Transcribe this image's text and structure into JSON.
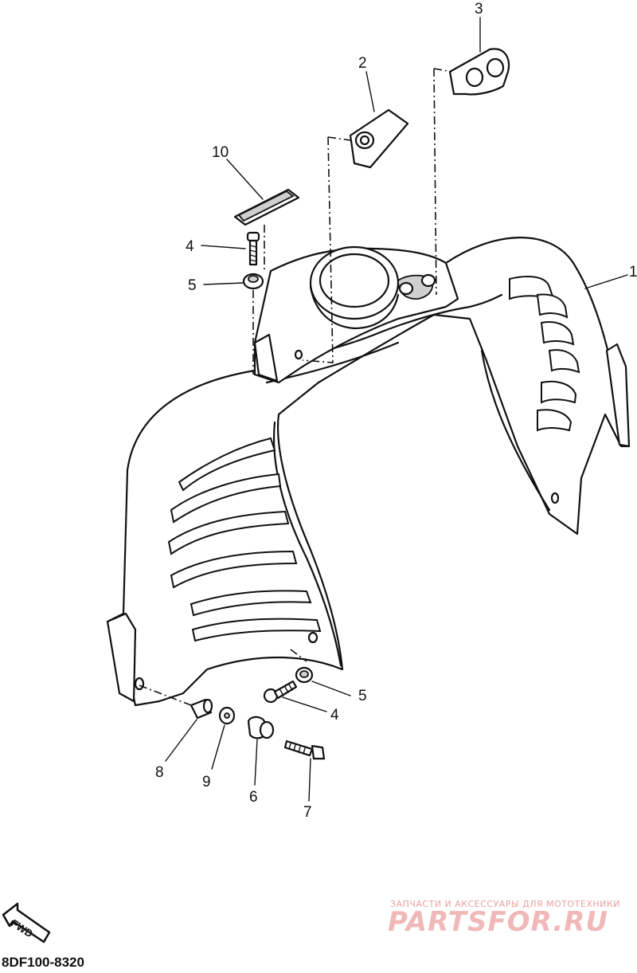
{
  "diagram_code": "8DF100-8320",
  "fwd_label": "FWD",
  "watermark": {
    "tagline": "ЗАПЧАСТИ И АКСЕССУАРЫ ДЛЯ МОТОТЕХНИКИ",
    "brand": "PARTSFOR.RU"
  },
  "callouts": [
    {
      "id": "1",
      "label": "1"
    },
    {
      "id": "2",
      "label": "2"
    },
    {
      "id": "3",
      "label": "3"
    },
    {
      "id": "4a",
      "label": "4"
    },
    {
      "id": "4b",
      "label": "4"
    },
    {
      "id": "5a",
      "label": "5"
    },
    {
      "id": "5b",
      "label": "5"
    },
    {
      "id": "6",
      "label": "6"
    },
    {
      "id": "7",
      "label": "7"
    },
    {
      "id": "8",
      "label": "8"
    },
    {
      "id": "9",
      "label": "9"
    },
    {
      "id": "10",
      "label": "10"
    }
  ]
}
